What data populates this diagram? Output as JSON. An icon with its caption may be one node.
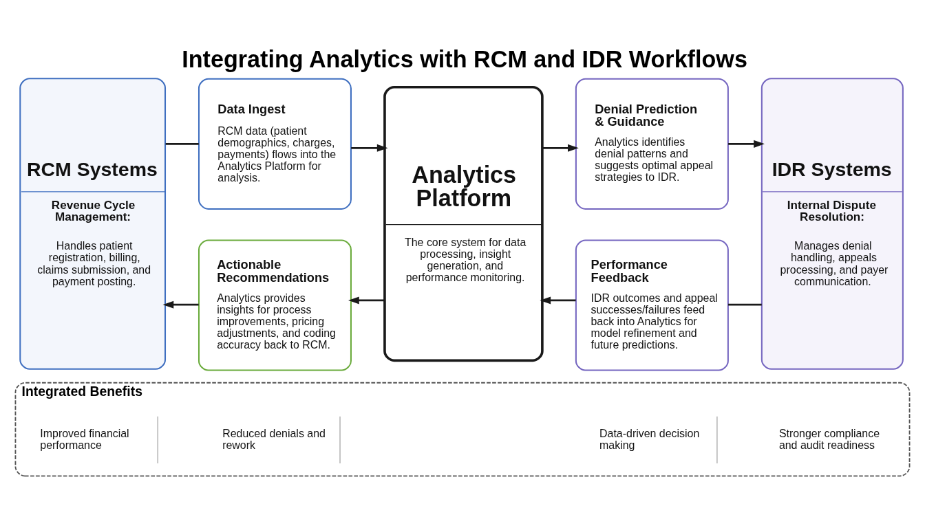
{
  "diagram": {
    "title": "Integrating Analytics with RCM and IDR Workflows",
    "nodes": [
      {
        "text": [
          "RCM Systems",
          "Revenue Cycle Management:",
          "Handles patient registration, billing, claims submission, and payment posting."
        ]
      },
      {
        "text": [
          "Data Ingest",
          "RCM data (patient demographics, charges, payments) flows into the Analytics Platform for analysis."
        ]
      },
      {
        "text": [
          "Analytics Platform",
          "The core system for data processing, insight generation, and performance monitoring."
        ]
      },
      {
        "text": [
          "Denial Prediction & Guidance",
          "Analytics identifies denial patterns and suggests optimal appeal strategies to IDR."
        ]
      },
      {
        "text": [
          "IDR Systems",
          "Internal Dispute Resolution:",
          "Manages denial handling, appeals processing, and payer communication."
        ]
      },
      {
        "text": [
          "Actionable Recommendations",
          "Analytics provides insights for process improvements, pricing adjustments, and coding accuracy back to RCM."
        ]
      },
      {
        "text": [
          "Performance Feedback",
          "IDR outcomes and appeal successes/failures feed back into Analytics for model refinement and future predictions."
        ]
      },
      {
        "text": [
          "Integrated Benefits"
        ]
      },
      {
        "text": [
          "Improved financial performance"
        ],
        "in": 7
      },
      {
        "text": [
          "Reduced denials and rework"
        ],
        "in": 7
      },
      {
        "text": [
          "Data-driven decision making"
        ],
        "in": 7
      },
      {
        "text": [
          "Stronger compliance and audit readiness"
        ],
        "in": 7
      }
    ],
    "edges": [
      {
        "from": 0,
        "to": 1,
        "arrow": "none"
      },
      {
        "from": 1,
        "to": 2,
        "arrow": "to"
      },
      {
        "from": 2,
        "to": 3,
        "arrow": "to"
      },
      {
        "from": 3,
        "to": 4,
        "arrow": "to"
      },
      {
        "from": 4,
        "to": 6,
        "arrow": "none"
      },
      {
        "from": 6,
        "to": 2,
        "arrow": "to"
      },
      {
        "from": 2,
        "to": 5,
        "arrow": "to"
      },
      {
        "from": 5,
        "to": 0,
        "arrow": "to"
      }
    ]
  }
}
